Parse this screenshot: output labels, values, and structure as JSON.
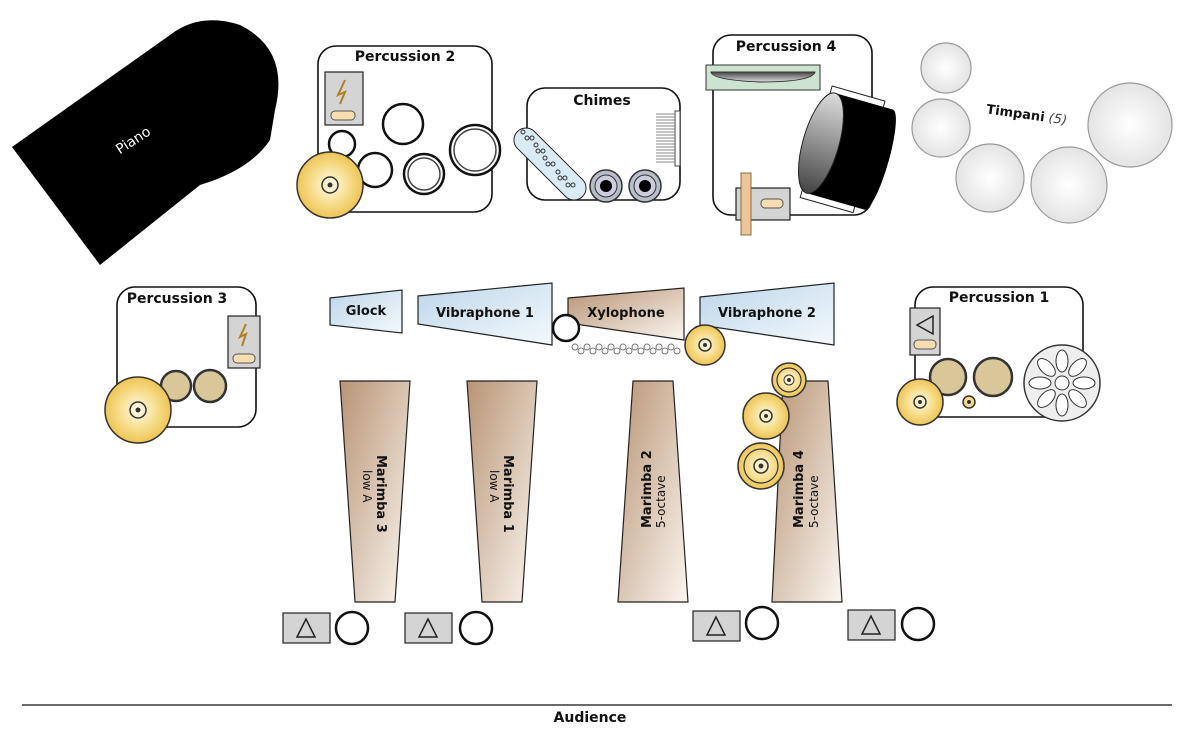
{
  "instruments": {
    "piano": "Piano",
    "percussion2": "Percussion 2",
    "chimes": "Chimes",
    "percussion4": "Percussion 4",
    "timpani": "Timpani",
    "timpani_count": "(5)",
    "percussion3": "Percussion 3",
    "glock": "Glock",
    "vibraphone1": "Vibraphone 1",
    "xylophone": "Xylophone",
    "vibraphone2": "Vibraphone 2",
    "percussion1": "Percussion 1",
    "marimba3": {
      "name": "Marimba 3",
      "range": "low A"
    },
    "marimba1": {
      "name": "Marimba 1",
      "range": "low A"
    },
    "marimba2": {
      "name": "Marimba 2",
      "range": "5-octave"
    },
    "marimba4": {
      "name": "Marimba 4",
      "range": "5-octave"
    }
  },
  "audience": "Audience",
  "colors": {
    "cymbal": "#f3cf6a",
    "wood": "#c9a88a",
    "vibe": "#d6e6f2",
    "piano": "#000000"
  }
}
